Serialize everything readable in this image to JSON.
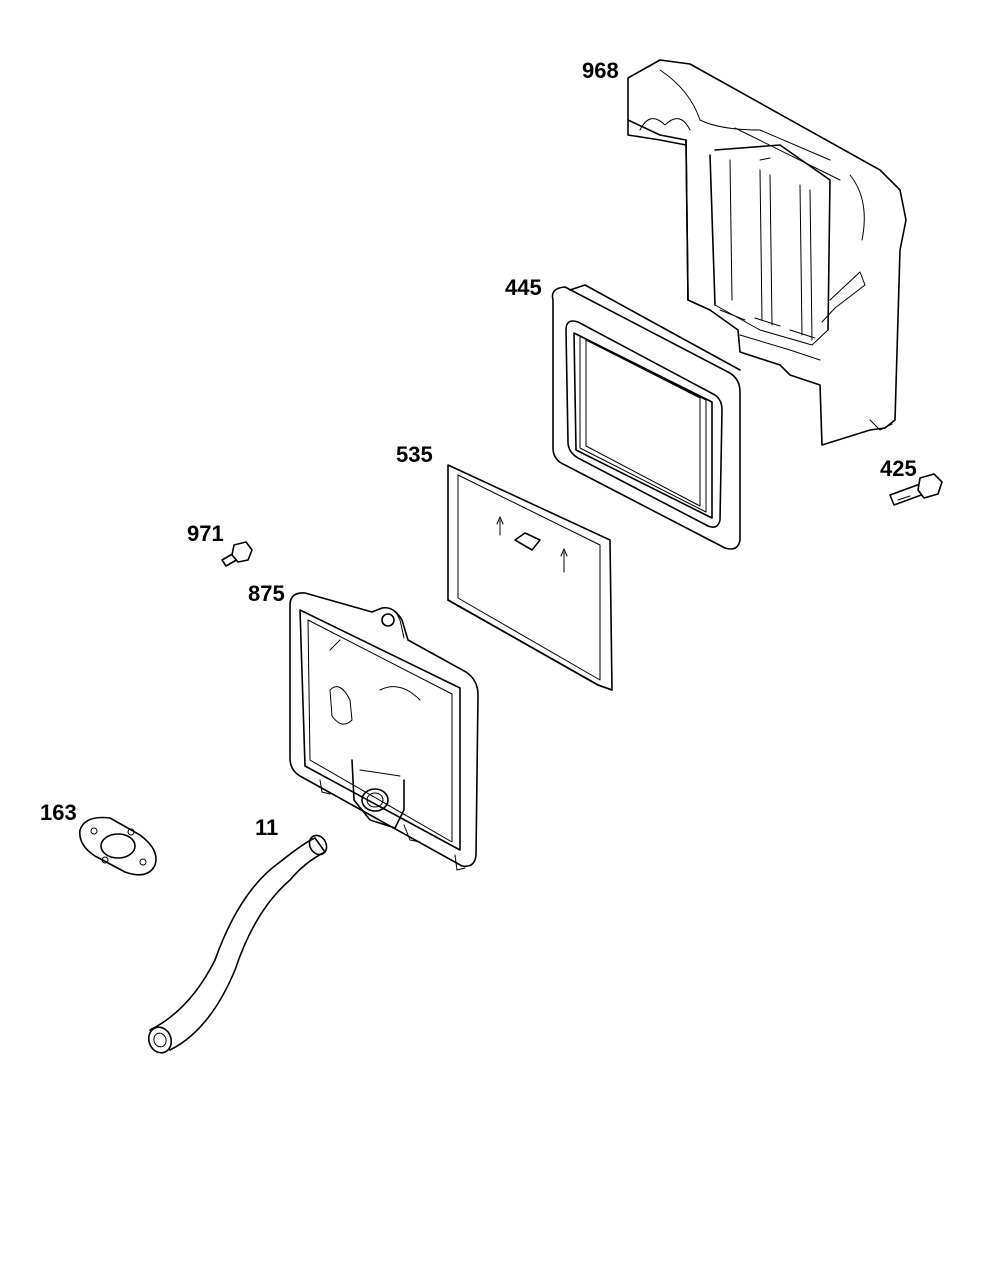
{
  "diagram": {
    "parts": [
      {
        "id": "part-968",
        "label": "968",
        "name": "air-cleaner-cover"
      },
      {
        "id": "part-445",
        "label": "445",
        "name": "air-filter-cartridge"
      },
      {
        "id": "part-535",
        "label": "535",
        "name": "pre-cleaner"
      },
      {
        "id": "part-425",
        "label": "425",
        "name": "screw"
      },
      {
        "id": "part-971",
        "label": "971",
        "name": "screw"
      },
      {
        "id": "part-875",
        "label": "875",
        "name": "air-cleaner-base"
      },
      {
        "id": "part-163",
        "label": "163",
        "name": "gasket"
      },
      {
        "id": "part-11",
        "label": "11",
        "name": "breather-tube"
      }
    ]
  }
}
